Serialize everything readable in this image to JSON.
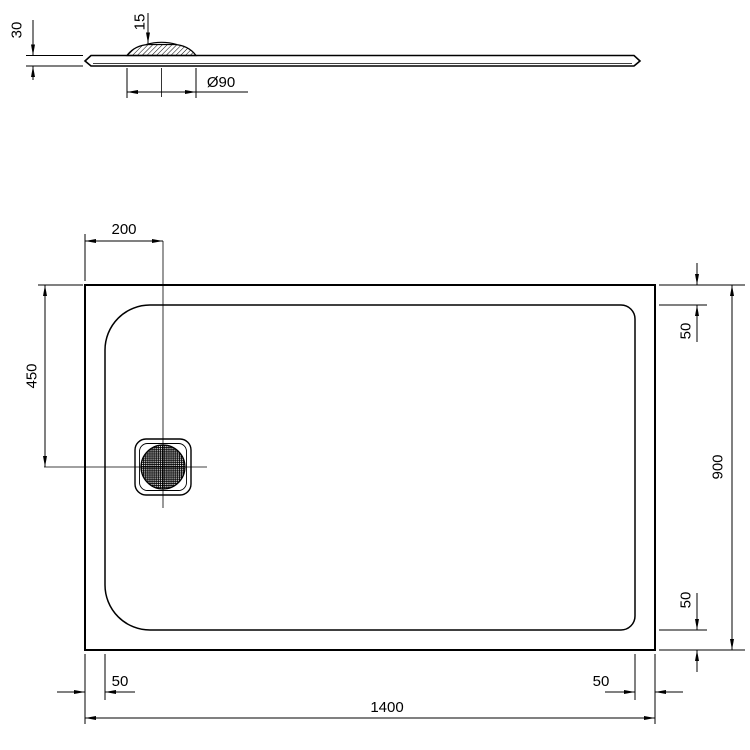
{
  "drawing": {
    "type": "technical-dimension-drawing",
    "subject": "rectangular shower tray, side profile and plan view",
    "line_color": "#000000",
    "background_color": "#ffffff"
  },
  "side_view": {
    "thickness": "30",
    "waste_height": "15",
    "waste_diameter": "Ø90"
  },
  "plan_view": {
    "drain_offset_from_left": "200",
    "drain_offset_from_top": "450",
    "right_top_margin": "50",
    "depth": "900",
    "right_bottom_margin": "50",
    "bottom_left_margin": "50",
    "width": "1400",
    "bottom_right_margin": "50"
  }
}
